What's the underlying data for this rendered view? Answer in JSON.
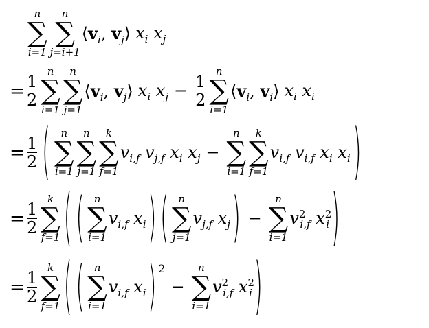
{
  "equation": {
    "equals": "=",
    "one": "1",
    "two": "2",
    "n": "n",
    "k": "k",
    "sq": "2",
    "i1": "i=1",
    "ji1": "j=i+1",
    "j1": "j=1",
    "f1": "f=1",
    "vi": "v",
    "vj": "v",
    "minus": "−",
    "x": "x",
    "vif": "v",
    "idx_i": "i",
    "idx_j": "j",
    "idx_if": "i,f",
    "idx_jf": "j,f"
  }
}
